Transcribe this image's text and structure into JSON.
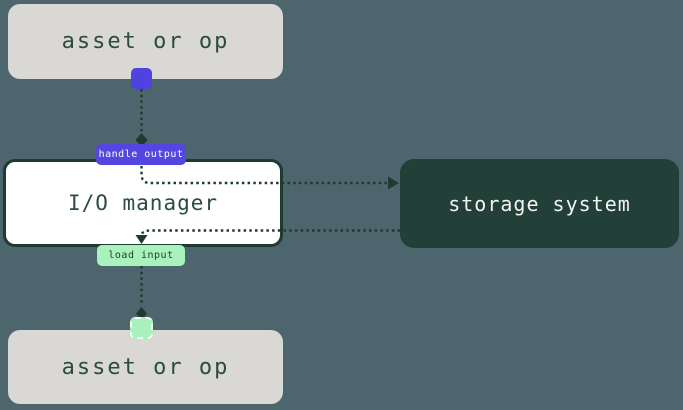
{
  "diagram": {
    "nodes": {
      "asset_top": {
        "label": "asset or op"
      },
      "io_manager": {
        "label": "I/O manager"
      },
      "storage": {
        "label": "storage system"
      },
      "asset_bottom": {
        "label": "asset or op"
      }
    },
    "badges": {
      "handle_output": {
        "label": "handle output"
      },
      "load_input": {
        "label": "load input"
      }
    },
    "colors": {
      "background": "#4d666d",
      "asset_box_bg": "#d9d8d5",
      "asset_text": "#2b4c41",
      "io_box_bg": "#ffffff",
      "io_border": "#1e3a31",
      "storage_bg": "#223f38",
      "storage_text": "#f2f3f2",
      "badge_output_bg": "#5447e1",
      "badge_output_text": "#ffffff",
      "badge_input_bg": "#aaf2bb",
      "badge_input_text": "#1e3a31",
      "connector_line": "#1e3a31",
      "output_handle": "#4f42de",
      "input_handle": "#aaf0bc"
    }
  }
}
